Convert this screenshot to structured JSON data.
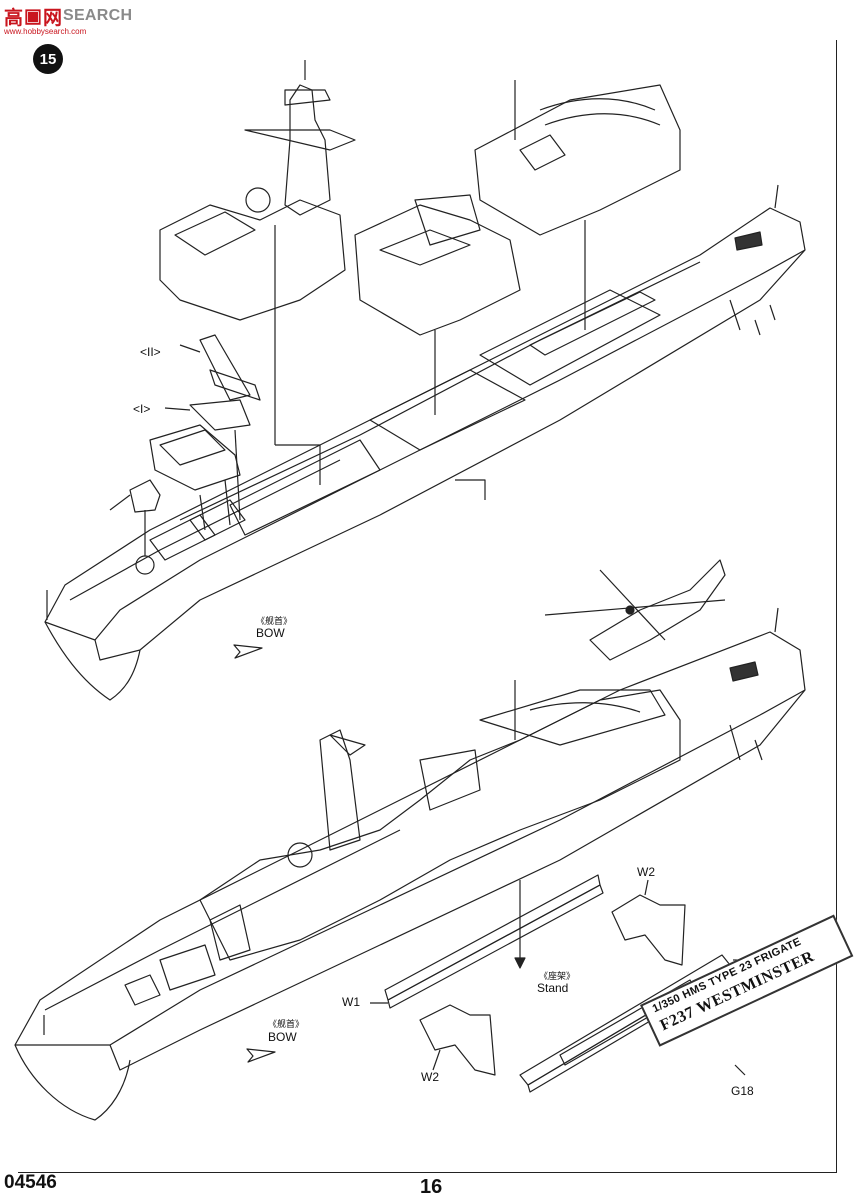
{
  "watermark": {
    "brand_cn": "高",
    "mark_glyph": "▣",
    "mark_letters": "网",
    "brand_en": "SEARCH",
    "url": "www.hobbysearch.com"
  },
  "step": {
    "number": "15"
  },
  "labels": {
    "part_ii": "<II>",
    "part_i": "<I>",
    "bow_cn_1": "《舰首》",
    "bow_en_1": "BOW",
    "bow_cn_2": "《舰首》",
    "bow_en_2": "BOW",
    "stand_cn": "《座架》",
    "stand_en": "Stand",
    "w2_top": "W2",
    "w1_right": "W1",
    "w1_left": "W1",
    "w2_bottom": "W2",
    "g18": "G18"
  },
  "nameplate": {
    "line1": "1/350 HMS TYPE 23 FRIGATE",
    "line2": "F237 WESTMINSTER"
  },
  "footer": {
    "code": "04546",
    "page": "16"
  }
}
